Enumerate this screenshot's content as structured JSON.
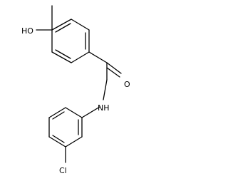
{
  "molecule": {
    "atoms": {
      "oxygen_carbonyl": "O",
      "nitrogen_amide": "NH",
      "hydroxyl": "HO",
      "chlorine": "Cl"
    }
  }
}
